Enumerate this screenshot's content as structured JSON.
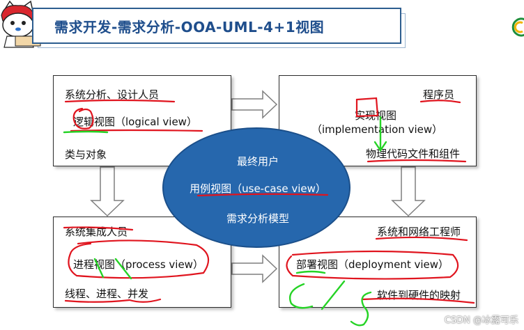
{
  "title": "需求开发-需求分析-OOA-UML-4+1视图",
  "center": {
    "top": "最终用户",
    "middle": "用例视图（use-case view）",
    "bottom": "需求分析模型"
  },
  "boxes": {
    "top_left": {
      "role": "系统分析、设计人员",
      "view": "逻辑视图（logical view）",
      "detail": "类与对象"
    },
    "top_right": {
      "role": "程序员",
      "view_line1": "实现视图",
      "view_line2": "（implementation view）",
      "detail": "物理代码文件和组件"
    },
    "bottom_left": {
      "role": "系统集成人员",
      "view": "进程视图（process view）",
      "detail": "线程、进程、并发"
    },
    "bottom_right": {
      "role": "系统和网络工程师",
      "view": "部署视图（deployment view）",
      "detail": "软件到硬件的映射"
    }
  },
  "watermark": "CSDN @冰露可乐",
  "colors": {
    "title": "#1f4e8c",
    "ellipse": "#2667ad",
    "annotation_red": "#e0141e",
    "annotation_green": "#25d325"
  }
}
